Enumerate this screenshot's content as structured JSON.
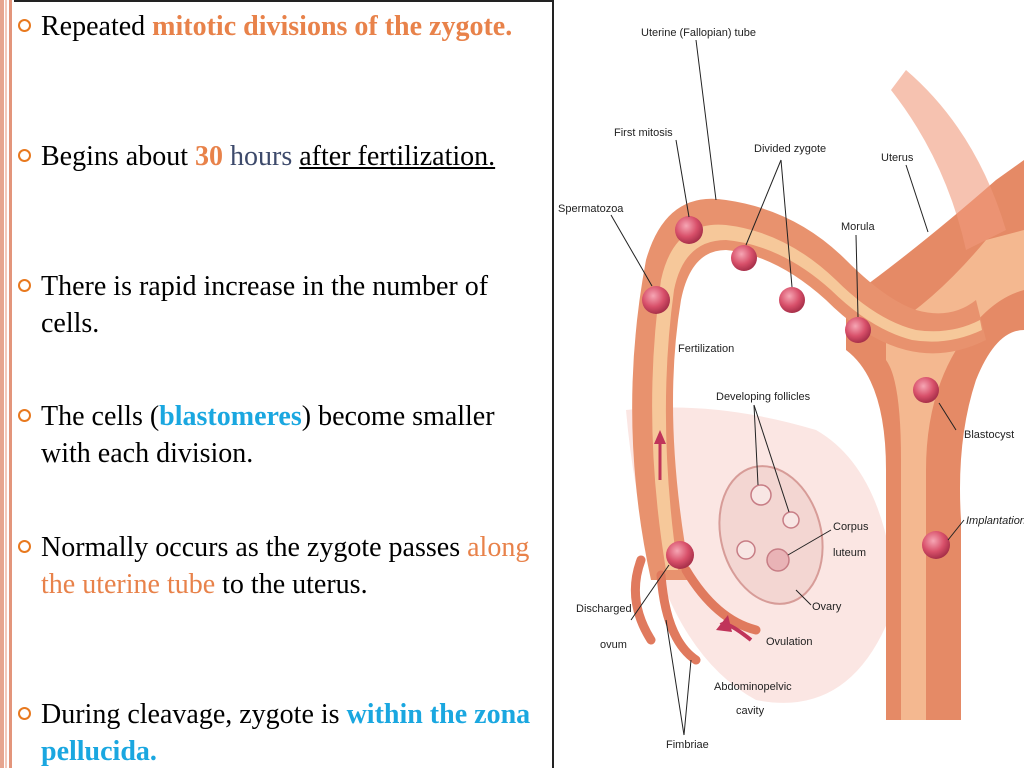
{
  "bullets": [
    {
      "parts": [
        "Repeated ",
        "mitotic divisions of the zygote."
      ]
    },
    {
      "parts": [
        "Begins about ",
        "30",
        " hours",
        " ",
        "after fertilization."
      ]
    },
    {
      "parts": [
        "There is rapid increase in the number of cells."
      ]
    },
    {
      "parts": [
        "The cells (",
        "blastomeres",
        ") become smaller with each division."
      ]
    },
    {
      "parts": [
        "Normally occurs as the zygote passes ",
        "along the uterine tube",
        " to the uterus."
      ]
    },
    {
      "parts": [
        "During cleavage, zygote is ",
        "within the zona pellucida."
      ]
    }
  ],
  "figure_labels": {
    "uterine_tube": "Uterine (Fallopian) tube",
    "first_mitosis": "First mitosis",
    "divided_zygote": "Divided zygote",
    "uterus": "Uterus",
    "spermatozoa": "Spermatozoa",
    "morula": "Morula",
    "fertilization": "Fertilization",
    "developing_follicles": "Developing follicles",
    "blastocyst": "Blastocyst",
    "implantation": "Implantation",
    "corpus_luteum_1": "Corpus",
    "corpus_luteum_2": "luteum",
    "ovary": "Ovary",
    "discharged_ovum_1": "Discharged",
    "discharged_ovum_2": "ovum",
    "ovulation": "Ovulation",
    "abdominopelvic_1": "Abdominopelvic",
    "abdominopelvic_2": "cavity",
    "fimbriae": "Fimbriae"
  },
  "colors": {
    "bullet_marker": "#e8791f",
    "highlight_orange": "#e8824a",
    "highlight_blue": "#1aa7e0",
    "tube_wall": "#e8926e",
    "tube_lumen": "#f6c89a",
    "cell": "#d8506a"
  }
}
